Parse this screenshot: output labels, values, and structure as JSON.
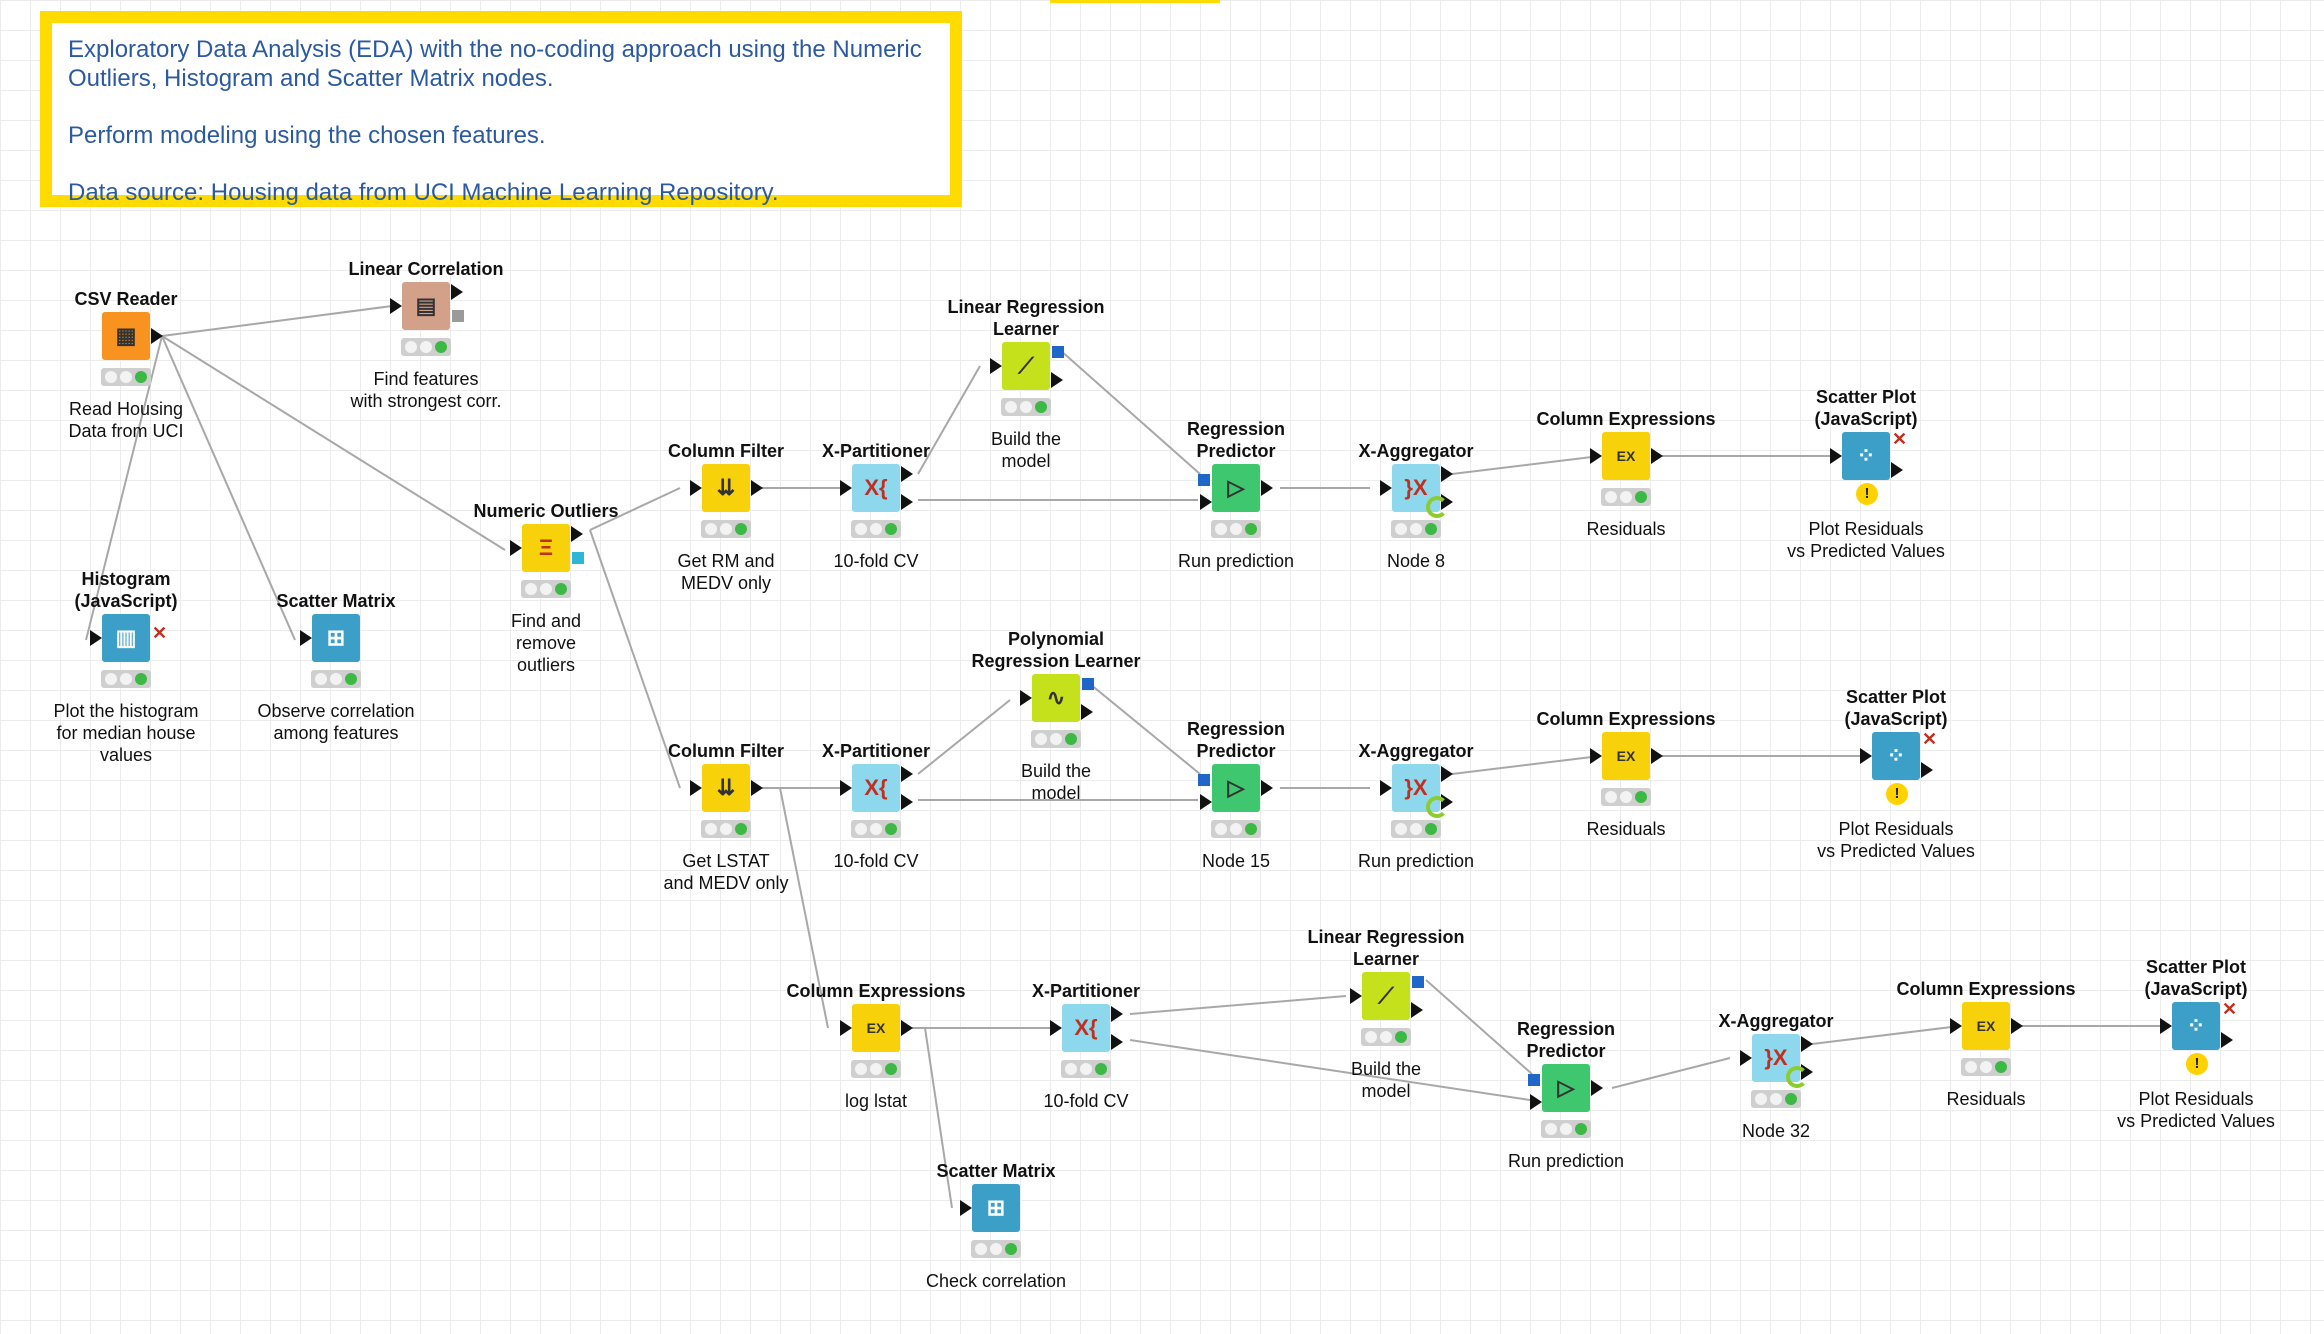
{
  "annotation": {
    "lines": [
      "Exploratory Data Analysis (EDA) with the no-coding approach using the Numeric Outliers, Histogram and Scatter Matrix nodes.",
      "Perform modeling using the chosen features.",
      "Data source: Housing data from UCI Machine Learning Repository."
    ]
  },
  "nodes": {
    "csv_reader": {
      "title": "CSV Reader",
      "label": "Read Housing\nData from UCI"
    },
    "linear_correlation": {
      "title": "Linear Correlation",
      "label": "Find features\nwith strongest corr."
    },
    "histogram": {
      "title": "Histogram\n(JavaScript)",
      "label": "Plot the histogram\nfor median house\nvalues"
    },
    "scatter_matrix_1": {
      "title": "Scatter Matrix",
      "label": "Observe correlation\namong features"
    },
    "numeric_outliers": {
      "title": "Numeric Outliers",
      "label": "Find and\nremove\noutliers"
    },
    "column_filter_1": {
      "title": "Column Filter",
      "label": "Get RM and\nMEDV only"
    },
    "x_partitioner_1": {
      "title": "X-Partitioner",
      "label": "10-fold CV"
    },
    "lr_learner_1": {
      "title": "Linear Regression\nLearner",
      "label": "Build the\nmodel"
    },
    "reg_predictor_1": {
      "title": "Regression\nPredictor",
      "label": "Run prediction"
    },
    "x_aggregator_1": {
      "title": "X-Aggregator",
      "label": "Node 8"
    },
    "column_expr_1": {
      "title": "Column Expressions",
      "label": "Residuals"
    },
    "scatter_plot_1": {
      "title": "Scatter Plot\n(JavaScript)",
      "label": "Plot Residuals\nvs Predicted Values"
    },
    "column_filter_2": {
      "title": "Column Filter",
      "label": "Get LSTAT\nand MEDV only"
    },
    "x_partitioner_2": {
      "title": "X-Partitioner",
      "label": "10-fold CV"
    },
    "poly_learner": {
      "title": "Polynomial\nRegression Learner",
      "label": "Build the\nmodel"
    },
    "reg_predictor_2": {
      "title": "Regression\nPredictor",
      "label": "Node 15"
    },
    "x_aggregator_2": {
      "title": "X-Aggregator",
      "label": "Run prediction"
    },
    "column_expr_2": {
      "title": "Column Expressions",
      "label": "Residuals"
    },
    "scatter_plot_2": {
      "title": "Scatter Plot\n(JavaScript)",
      "label": "Plot Residuals\nvs Predicted Values"
    },
    "column_expr_3": {
      "title": "Column Expressions",
      "label": "log lstat"
    },
    "x_partitioner_3": {
      "title": "X-Partitioner",
      "label": "10-fold CV"
    },
    "lr_learner_3": {
      "title": "Linear Regression\nLearner",
      "label": "Build the\nmodel"
    },
    "reg_predictor_3": {
      "title": "Regression\nPredictor",
      "label": "Run prediction"
    },
    "x_aggregator_3": {
      "title": "X-Aggregator",
      "label": "Node 32"
    },
    "column_expr_4": {
      "title": "Column Expressions",
      "label": "Residuals"
    },
    "scatter_plot_3": {
      "title": "Scatter Plot\n(JavaScript)",
      "label": "Plot Residuals\nvs Predicted Values"
    },
    "scatter_matrix_2": {
      "title": "Scatter Matrix",
      "label": "Check correlation"
    }
  },
  "icons": {
    "csv_reader": "table-arrow-icon",
    "linear_correlation": "correlation-matrix-icon",
    "histogram": "histogram-icon",
    "scatter_matrix": "scatter-matrix-icon",
    "numeric_outliers": "outlier-filter-icon",
    "column_filter": "column-filter-icon",
    "x_partitioner": "partition-loop-start-icon",
    "learner": "regression-learner-icon",
    "predictor": "predictor-icon",
    "x_aggregator": "loop-end-icon",
    "column_expressions": "expression-icon",
    "scatter_plot": "scatter-plot-icon"
  },
  "colors": {
    "annotation_border": "#ffdb00",
    "annotation_text": "#2c5aa0",
    "source": "#f7931e",
    "manipulator": "#f7d20a",
    "loop": "#8ed8ee",
    "learner": "#c5e11c",
    "predictor": "#3ec76f",
    "view": "#3c9fc8",
    "statistics": "#d3a08a",
    "status_green": "#3cb844",
    "warning": "#ffd200"
  }
}
